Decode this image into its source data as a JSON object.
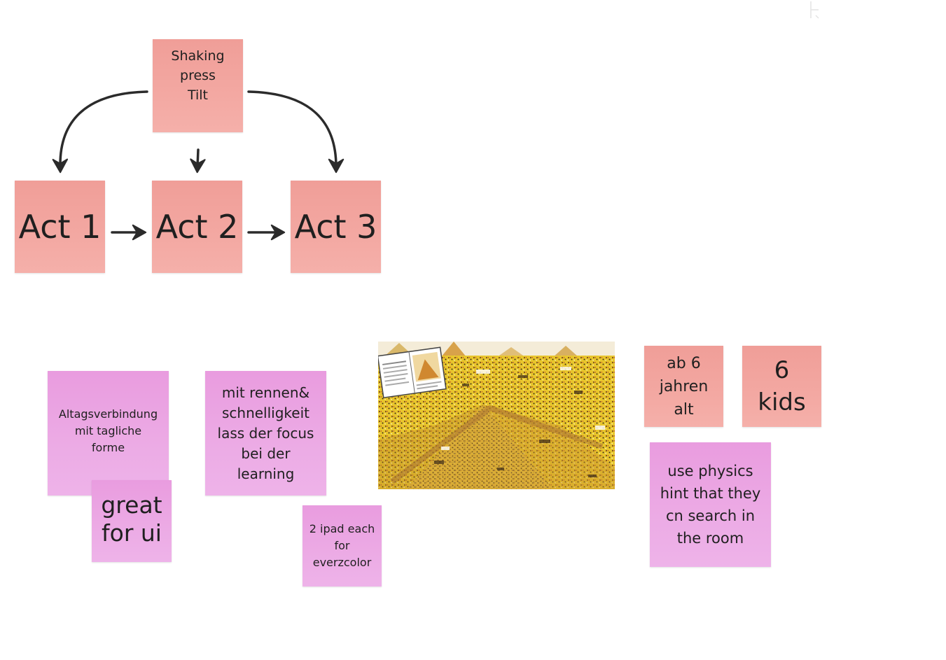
{
  "board": {
    "background": "#ffffff",
    "colors": {
      "salmon_note": "#f3a8a2",
      "pink_note": "#ecabe5",
      "arrow": "#2b2b2b"
    }
  },
  "flow": {
    "trigger_note": "Shaking\npress\nTilt",
    "act1": "Act 1",
    "act2": "Act 2",
    "act3": "Act 3"
  },
  "notes": {
    "alltag": "Altagsverbindung\nmit tagliche\nforme",
    "great_for_ui": "great\nfor ui",
    "rennen": "mit rennen&\nschnelligkeit\nlass der focus\nbei der\nlearning",
    "ipad": "2 ipad each\nfor\neverzcolor",
    "ab6": "ab 6\njahren\nalt",
    "six_kids": "6\nkids",
    "physics": "use physics\nhint that they\ncn search in\nthe room"
  },
  "image": {
    "icon": "wimmelbild-pyramids-illustration"
  }
}
